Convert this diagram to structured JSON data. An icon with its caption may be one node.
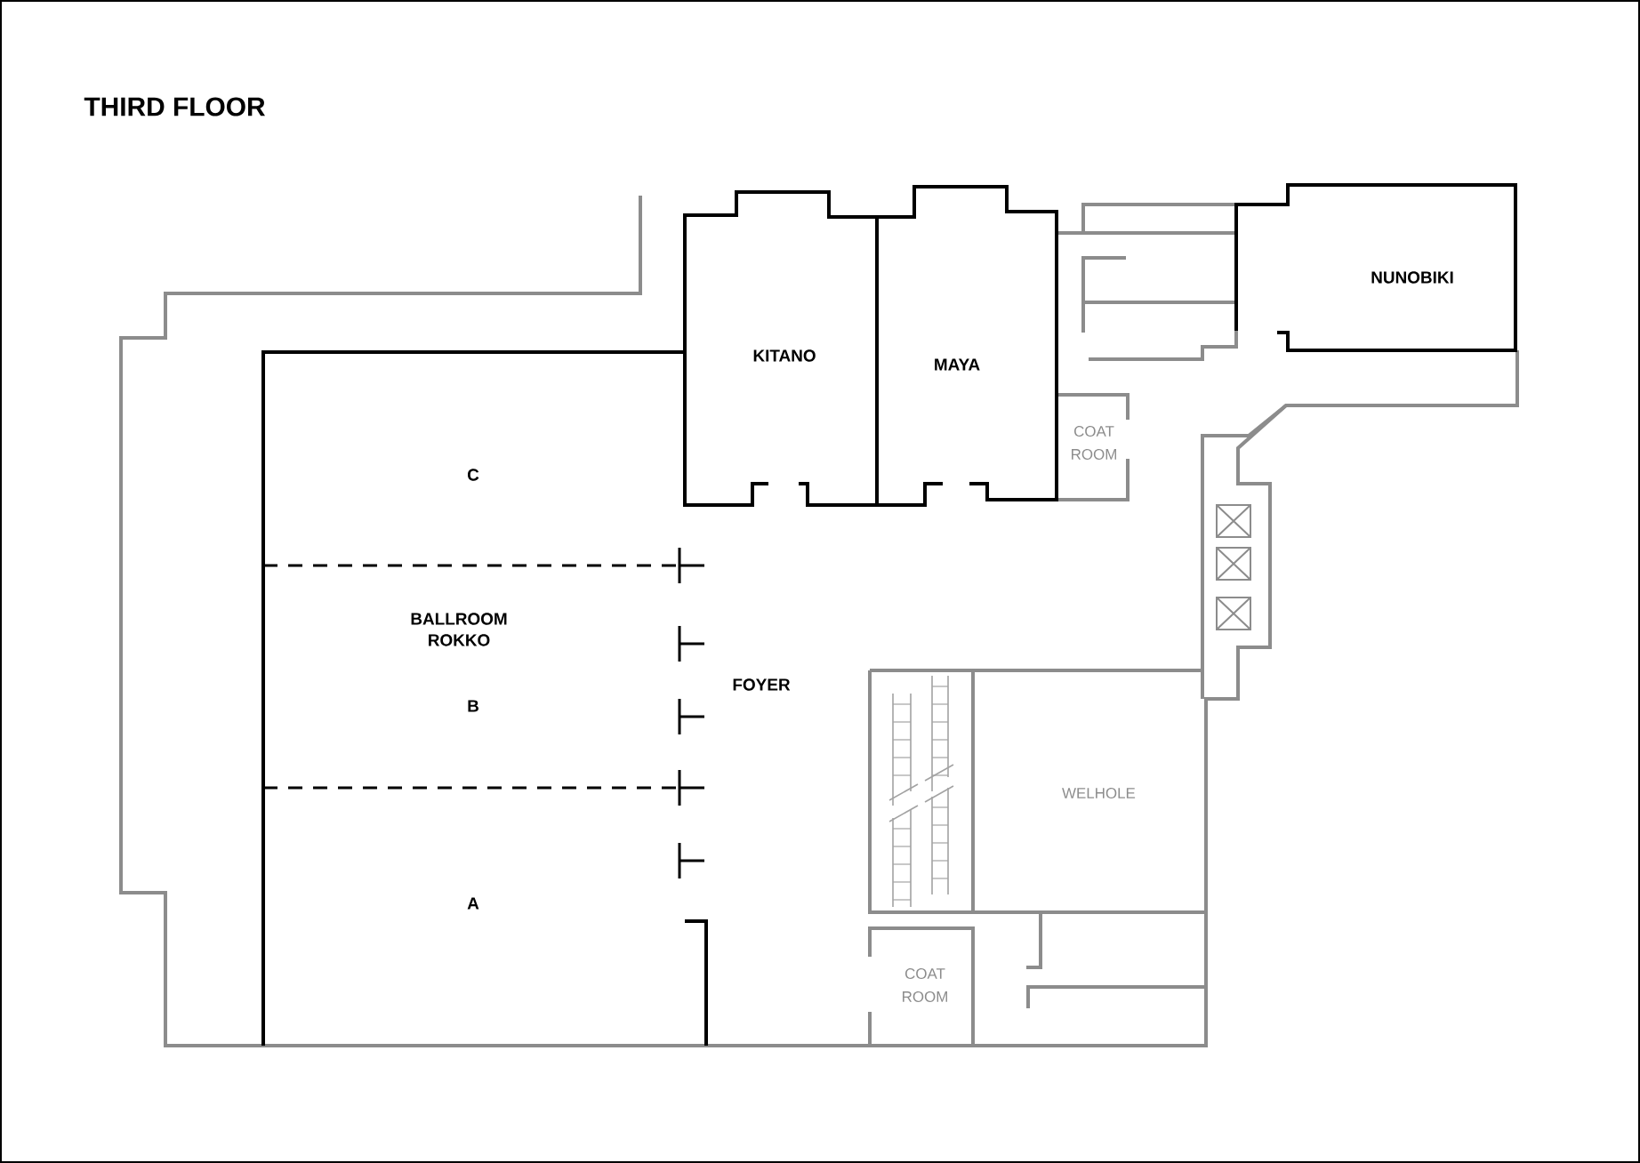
{
  "diagram": {
    "title": "THIRD FLOOR",
    "labels": [
      "NUNOBIKI",
      "KITANO",
      "MAYA",
      "COAT ROOM",
      "C",
      "BALLROOM ROKKO",
      "FOYER",
      "B",
      "WELHOLE",
      "A",
      "COAT ROOM"
    ]
  }
}
